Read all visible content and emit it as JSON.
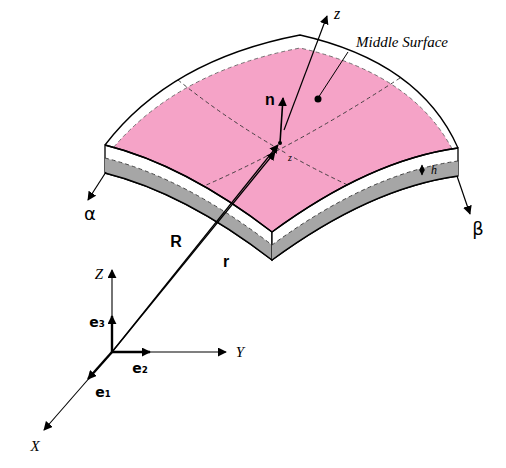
{
  "diagram": {
    "labels": [
      "z",
      "Middle Surface",
      "n",
      "z",
      "α",
      "R",
      "r",
      "h",
      "β",
      "Z",
      "e₃",
      "Y",
      "e₂",
      "e₁",
      "X"
    ]
  }
}
